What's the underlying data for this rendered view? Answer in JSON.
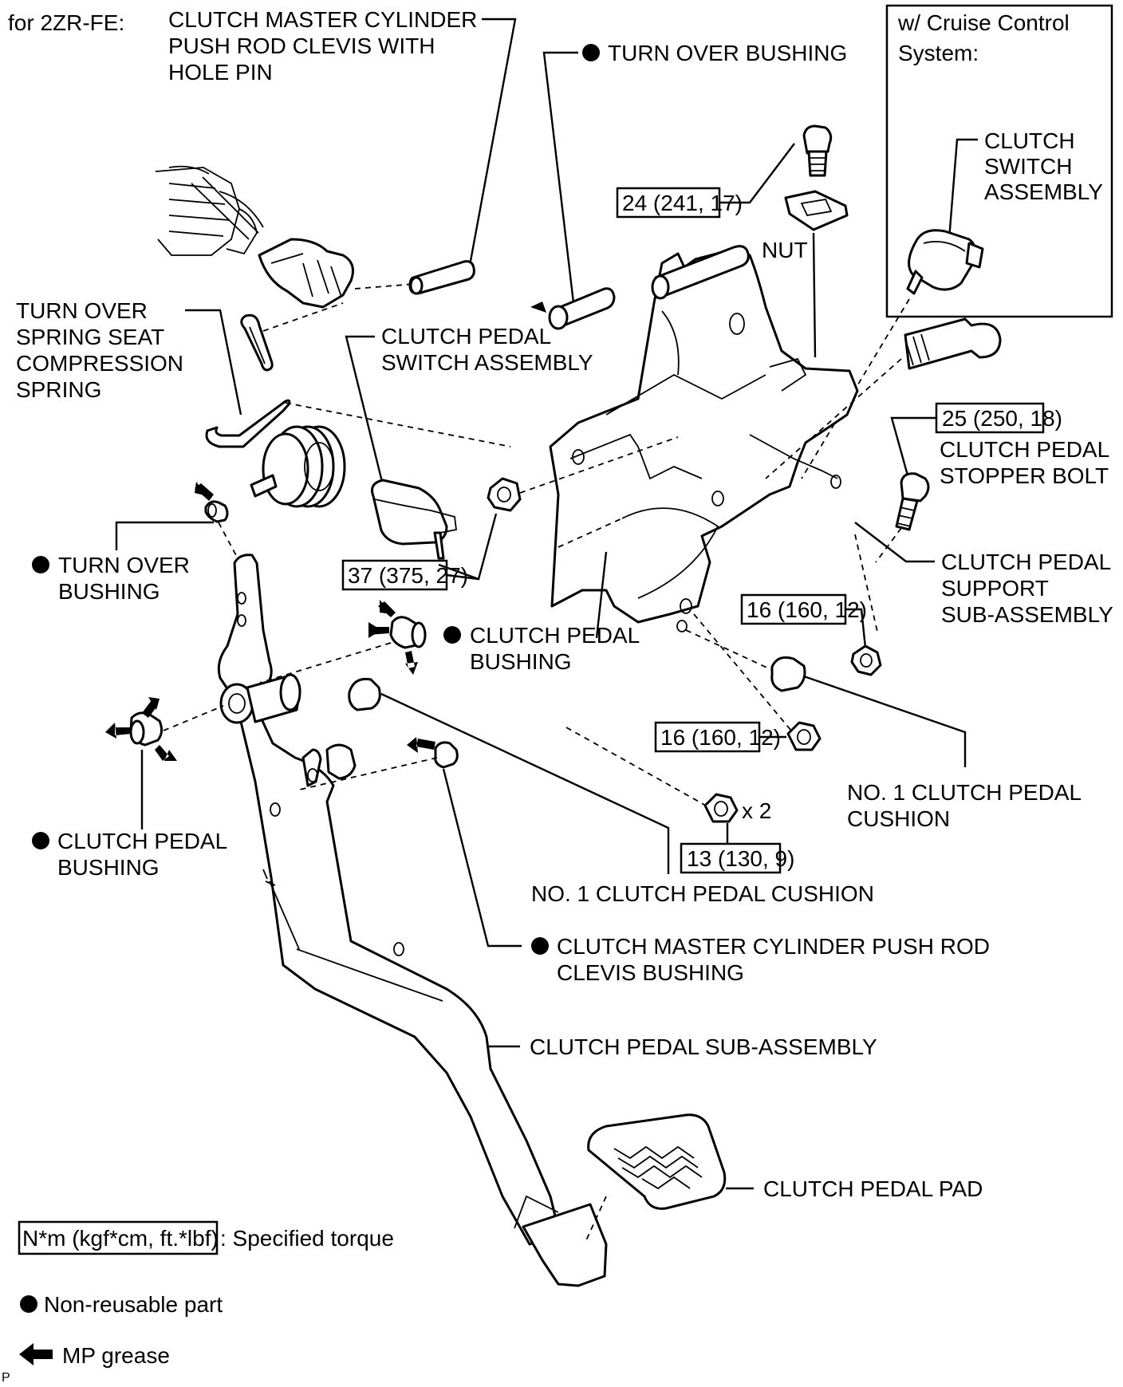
{
  "header": {
    "engine": "for 2ZR-FE:"
  },
  "inset": {
    "title_lines": [
      "w/ Cruise Control",
      "System:"
    ],
    "switch_lines": [
      "CLUTCH",
      "SWITCH",
      "ASSEMBLY"
    ]
  },
  "labels": {
    "clevis_pin": [
      "CLUTCH MASTER CYLINDER",
      "PUSH ROD CLEVIS WITH",
      "HOLE PIN"
    ],
    "turn_over_bushing_top": "TURN OVER BUSHING",
    "spring": [
      "TURN OVER",
      "SPRING SEAT",
      "COMPRESSION",
      "SPRING"
    ],
    "pedal_switch": [
      "CLUTCH PEDAL",
      "SWITCH ASSEMBLY"
    ],
    "nut": "NUT",
    "stopper_bolt": [
      "CLUTCH PEDAL",
      "STOPPER BOLT"
    ],
    "turn_over_bushing_left": [
      "TURN OVER",
      "BUSHING"
    ],
    "support": [
      "CLUTCH PEDAL",
      "SUPPORT",
      "SUB-ASSEMBLY"
    ],
    "pedal_bushing_mid": [
      "CLUTCH PEDAL",
      "BUSHING"
    ],
    "pedal_bushing_left": [
      "CLUTCH PEDAL",
      "BUSHING"
    ],
    "cushion_right": [
      "NO. 1 CLUTCH PEDAL",
      "CUSHION"
    ],
    "qty": "x 2",
    "cushion_bottom": "NO. 1 CLUTCH PEDAL CUSHION",
    "clevis_bushing": [
      "CLUTCH MASTER CYLINDER PUSH ROD",
      "CLEVIS BUSHING"
    ],
    "pedal_sub": "CLUTCH PEDAL SUB-ASSEMBLY",
    "pedal_pad": "CLUTCH PEDAL PAD"
  },
  "torques": {
    "t24": "24 (241, 17)",
    "t25": "25 (250, 18)",
    "t37": "37 (375, 27)",
    "t16a": "16 (160, 12)",
    "t16b": "16 (160, 12)",
    "t13": "13 (130, 9)"
  },
  "legend": {
    "torque_box": "N*m (kgf*cm, ft.*lbf)",
    "torque_text": ": Specified torque",
    "non_reusable": "Non-reusable part",
    "grease": "MP grease"
  },
  "corner_mark": "P"
}
